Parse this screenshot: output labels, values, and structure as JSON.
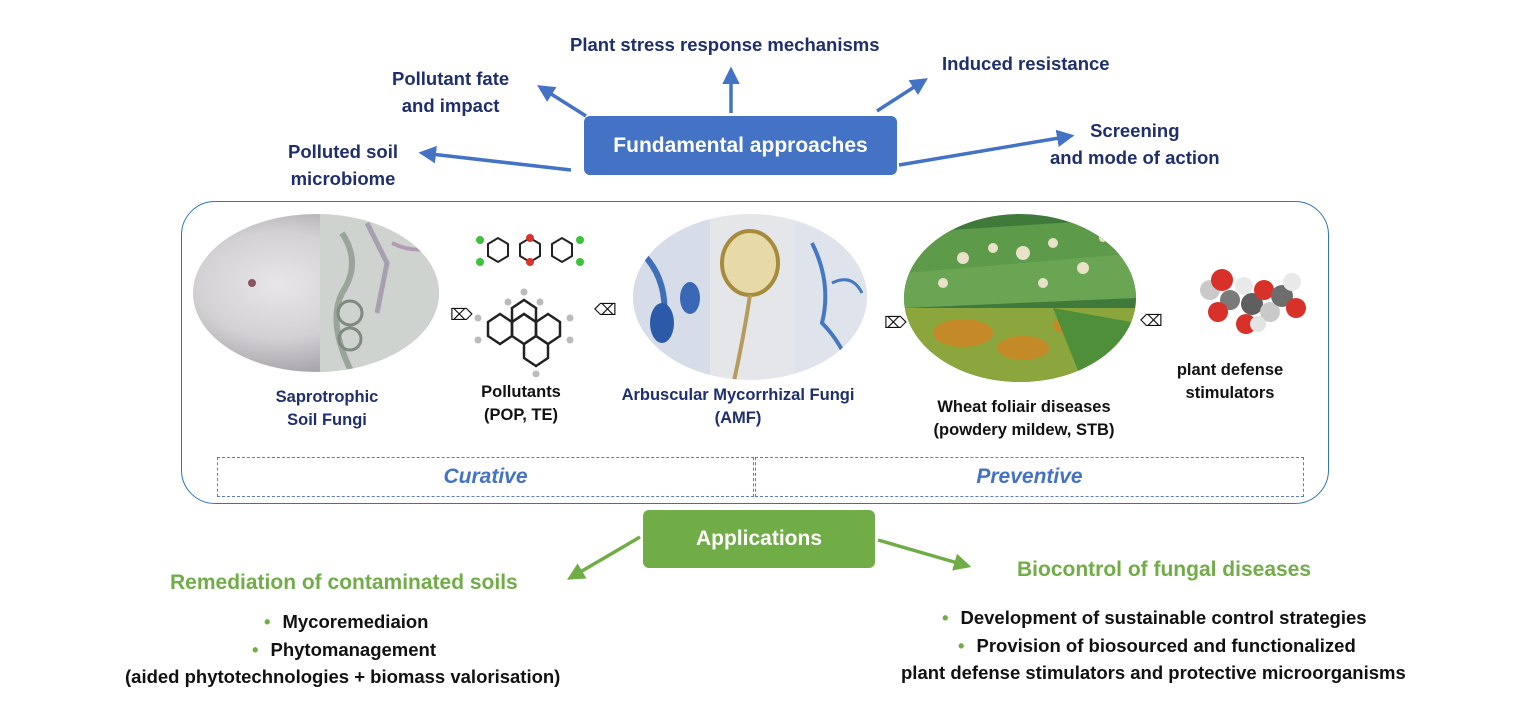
{
  "header": {
    "center_label": "Fundamental approaches"
  },
  "topics": [
    {
      "id": "polluted_soil",
      "lines": [
        "Polluted soil",
        "microbiome"
      ]
    },
    {
      "id": "pollutant_fate",
      "lines": [
        "Pollutant fate",
        "and impact"
      ]
    },
    {
      "id": "plant_stress",
      "lines": [
        "Plant stress response mechanisms"
      ]
    },
    {
      "id": "induced_resistance",
      "lines": [
        "Induced resistance"
      ]
    },
    {
      "id": "screening",
      "lines": [
        "Screening",
        "and mode of action"
      ]
    }
  ],
  "organisms": [
    {
      "id": "saprotrophic",
      "lines": [
        "Saprotrophic",
        "Soil  Fungi"
      ]
    },
    {
      "id": "pollutants",
      "lines": [
        "Pollutants",
        "(POP, TE)"
      ]
    },
    {
      "id": "amf",
      "lines": [
        "Arbuscular Mycorrhizal Fungi",
        "(AMF)"
      ]
    },
    {
      "id": "wheat",
      "lines": [
        "Wheat foliair diseases",
        "(powdery mildew, STB)"
      ]
    },
    {
      "id": "stimulators",
      "lines": [
        "plant defense",
        "stimulators"
      ]
    }
  ],
  "interaction_glyphs": {
    "right": "⌦",
    "left": "⌫"
  },
  "modes": {
    "curative": "Curative",
    "preventive": "Preventive"
  },
  "applications": {
    "label": "Applications",
    "remediation": {
      "title": "Remediation of contaminated soils",
      "items": [
        "Mycoremediaion",
        "Phytomanagement"
      ],
      "note": "(aided phytotechnologies + biomass valorisation)"
    },
    "biocontrol": {
      "title": "Biocontrol of fungal diseases",
      "items": [
        "Development of sustainable control strategies",
        "Provision of biosourced and functionalized"
      ],
      "note": "plant defense stimulators and protective microorganisms"
    }
  },
  "colors": {
    "primary_blue": "#4472c4",
    "navy_text": "#1f2f6e",
    "green": "#70ad47",
    "panel_border": "#2e75b6"
  }
}
